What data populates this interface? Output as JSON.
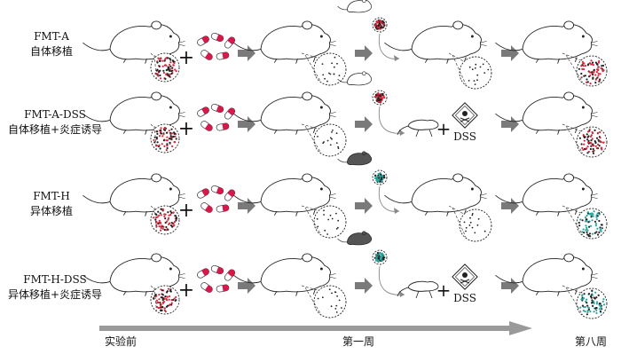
{
  "groups": [
    {
      "code": "FMT-A",
      "desc": "自体移植",
      "donor": "white",
      "dss": false
    },
    {
      "code": "FMT-A-DSS",
      "desc": "自体移植+炎症诱导",
      "donor": "white",
      "dss": true
    },
    {
      "code": "FMT-H",
      "desc": "异体移植",
      "donor": "gray",
      "dss": false
    },
    {
      "code": "FMT-H-DSS",
      "desc": "异体移植+炎症诱导",
      "donor": "gray",
      "dss": true
    }
  ],
  "dss_label": "DSS",
  "plus": "+",
  "timeline": {
    "start": "实验前",
    "middle": "第一周",
    "end": "第八周"
  },
  "colors": {
    "arrow": "#7a7a7a",
    "capsule": "#d6184a",
    "flora_red": "#d8283c",
    "flora_green": "#2aa7a0",
    "donor_dark": "#555555"
  }
}
